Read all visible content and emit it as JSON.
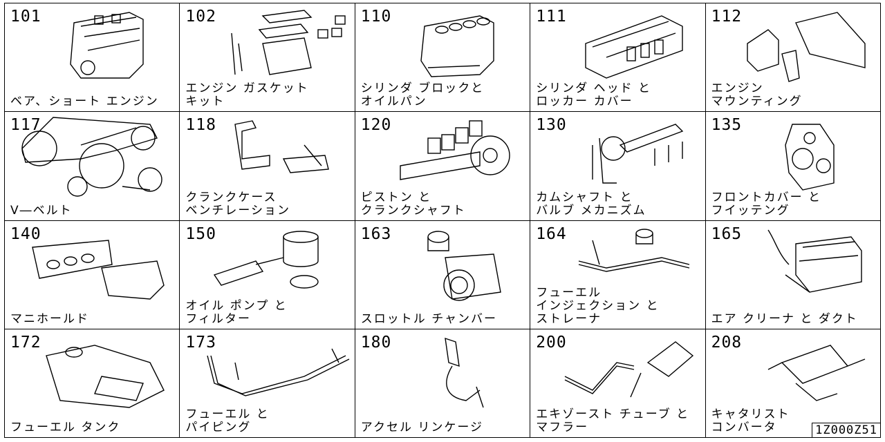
{
  "cells": [
    {
      "code": "101",
      "name": "ベア、ショート エンジン"
    },
    {
      "code": "102",
      "name": "エンジン ガスケット\nキット"
    },
    {
      "code": "110",
      "name": "シリンダ ブロックと\nオイルパン"
    },
    {
      "code": "111",
      "name": "シリンダ ヘッド と\nロッカー カバー"
    },
    {
      "code": "112",
      "name": "エンジン\nマウンティング"
    },
    {
      "code": "117",
      "name": "V―ベルト"
    },
    {
      "code": "118",
      "name": "クランクケース\nベンチレーション"
    },
    {
      "code": "120",
      "name": "ピストン と\nクランクシャフト"
    },
    {
      "code": "130",
      "name": "カムシャフト と\nバルブ メカニズム"
    },
    {
      "code": "135",
      "name": "フロントカバー と\nフイッテング"
    },
    {
      "code": "140",
      "name": "マニホールド"
    },
    {
      "code": "150",
      "name": "オイル ポンプ と\nフィルター"
    },
    {
      "code": "163",
      "name": "スロットル チャンバー"
    },
    {
      "code": "164",
      "name": "フューエル\nインジェクション と\nストレーナ"
    },
    {
      "code": "165",
      "name": "エア クリーナ と ダクト"
    },
    {
      "code": "172",
      "name": "フューエル タンク"
    },
    {
      "code": "173",
      "name": "フューエル と\nパイピング"
    },
    {
      "code": "180",
      "name": "アクセル リンケージ"
    },
    {
      "code": "200",
      "name": "エキゾースト チューブ と\nマフラー"
    },
    {
      "code": "208",
      "name": "キャタリスト\nコンバータ"
    }
  ],
  "footer_code": "1Z000Z51"
}
